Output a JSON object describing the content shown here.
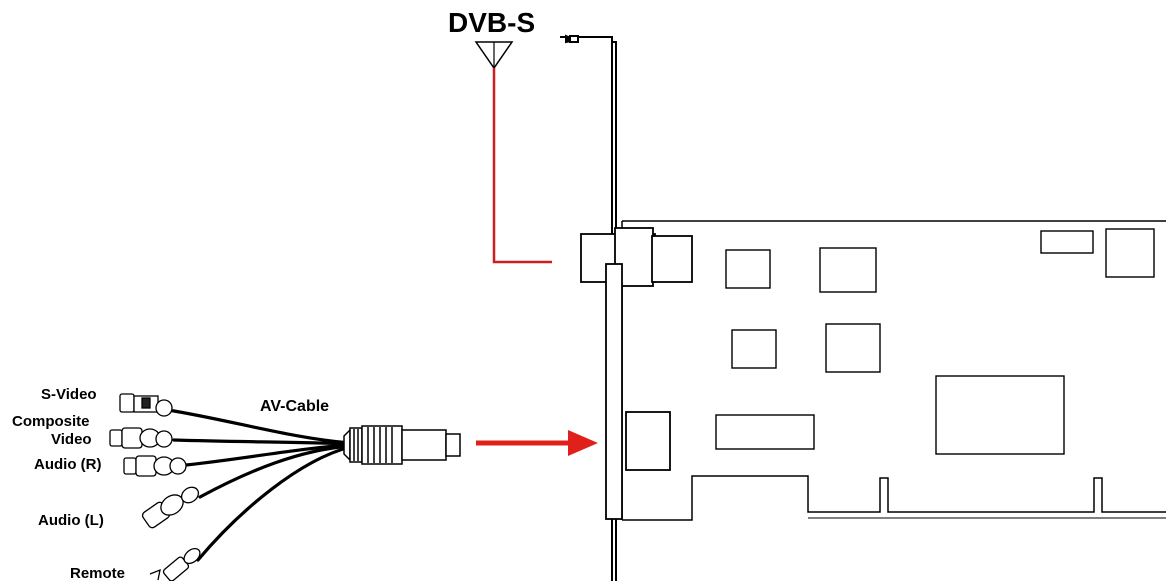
{
  "antenna": {
    "label": "DVB-S"
  },
  "cable": {
    "label": "AV-Cable"
  },
  "connectors": [
    {
      "id": "svideo",
      "label": "S-Video"
    },
    {
      "id": "composite",
      "label_line1": "Composite",
      "label_line2": "Video"
    },
    {
      "id": "audio-r",
      "label": "Audio (R)"
    },
    {
      "id": "audio-l",
      "label": "Audio (L)"
    },
    {
      "id": "remote",
      "label": "Remote"
    }
  ],
  "colors": {
    "antenna_wire": "#cc1f1f",
    "arrow": "#e0201a",
    "line": "#000000"
  }
}
